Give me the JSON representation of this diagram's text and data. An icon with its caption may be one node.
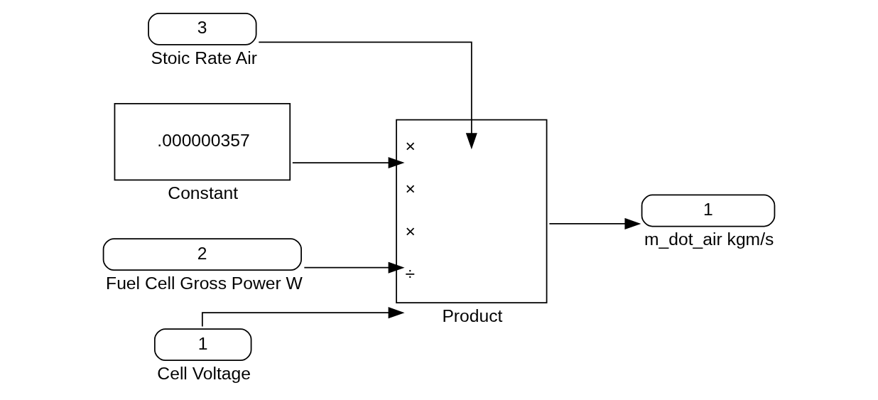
{
  "diagram": {
    "nodes": [
      {
        "text": [
          "3"
        ],
        "beside": [
          "Stoic Rate Air"
        ]
      },
      {
        "text": [
          ".000000357"
        ],
        "beside": [
          "Constant"
        ]
      },
      {
        "text": [
          "2"
        ],
        "beside": [
          "Fuel Cell Gross Power W"
        ]
      },
      {
        "text": [
          "1"
        ],
        "beside": [
          "Cell Voltage"
        ]
      },
      {
        "text": [
          "×",
          "×",
          "×",
          "÷"
        ],
        "beside": [
          "Product"
        ]
      },
      {
        "text": [
          "1"
        ],
        "beside": [
          "m_dot_air kgm/s"
        ]
      }
    ],
    "edges": [
      {
        "from": 0,
        "to": 4,
        "arrow": "to"
      },
      {
        "from": 1,
        "to": 4,
        "arrow": "to"
      },
      {
        "from": 2,
        "to": 4,
        "arrow": "to"
      },
      {
        "from": 3,
        "to": 4,
        "arrow": "to"
      },
      {
        "from": 4,
        "to": 5,
        "arrow": "to"
      }
    ]
  }
}
